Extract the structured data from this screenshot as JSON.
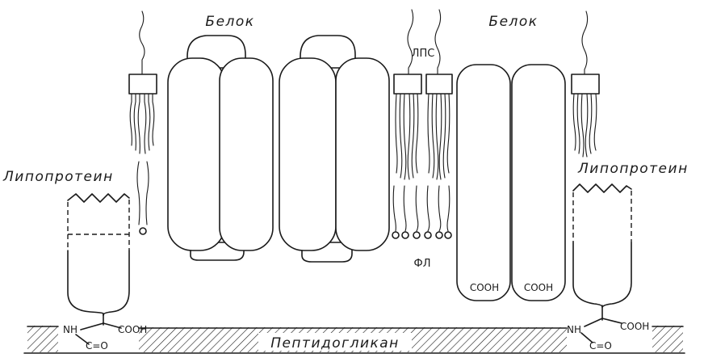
{
  "labels": {
    "protein_left": "Белок",
    "protein_right": "Белок",
    "lipoprotein_left": "Липопротеин",
    "lipoprotein_right": "Липопротеин",
    "lps": "ЛПС",
    "phospholipid": "ФЛ",
    "peptidoglycan": "Пептидогликан"
  },
  "chem": {
    "cooh": "COOH",
    "nh": "NH",
    "c_eq_o": "C=O"
  }
}
